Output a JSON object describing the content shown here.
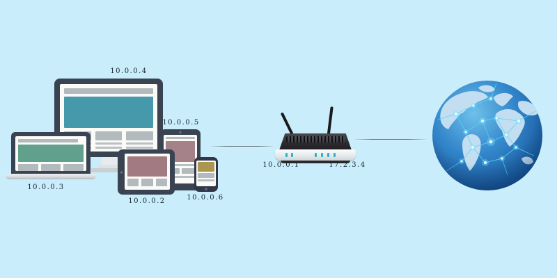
{
  "diagram": {
    "background_color": "#c9edfb",
    "device_frame_color": "#3a4352",
    "accent_teal": "#4699ab",
    "accent_green": "#61a08d",
    "accent_mauve": "#a5828a",
    "accent_khaki": "#ac9551",
    "led_color": "#2cb3c4",
    "globe_blue": "#15569c",
    "label_color": "#17232f"
  },
  "devices": {
    "monitor": {
      "name": "desktop-monitor",
      "ip": "10.0.0.4"
    },
    "laptop": {
      "name": "laptop",
      "ip": "10.0.0.3"
    },
    "tablet_portrait": {
      "name": "tablet-portrait",
      "ip": "10.0.0.5"
    },
    "tablet_landscape": {
      "name": "tablet-landscape",
      "ip": "10.0.0.2"
    },
    "phone": {
      "name": "smartphone",
      "ip": "10.0.0.6"
    },
    "router": {
      "name": "wifi-router",
      "lan_ip": "10.0.0.1",
      "wan_ip": "17.2.3.4"
    },
    "internet": {
      "name": "internet-globe"
    }
  }
}
